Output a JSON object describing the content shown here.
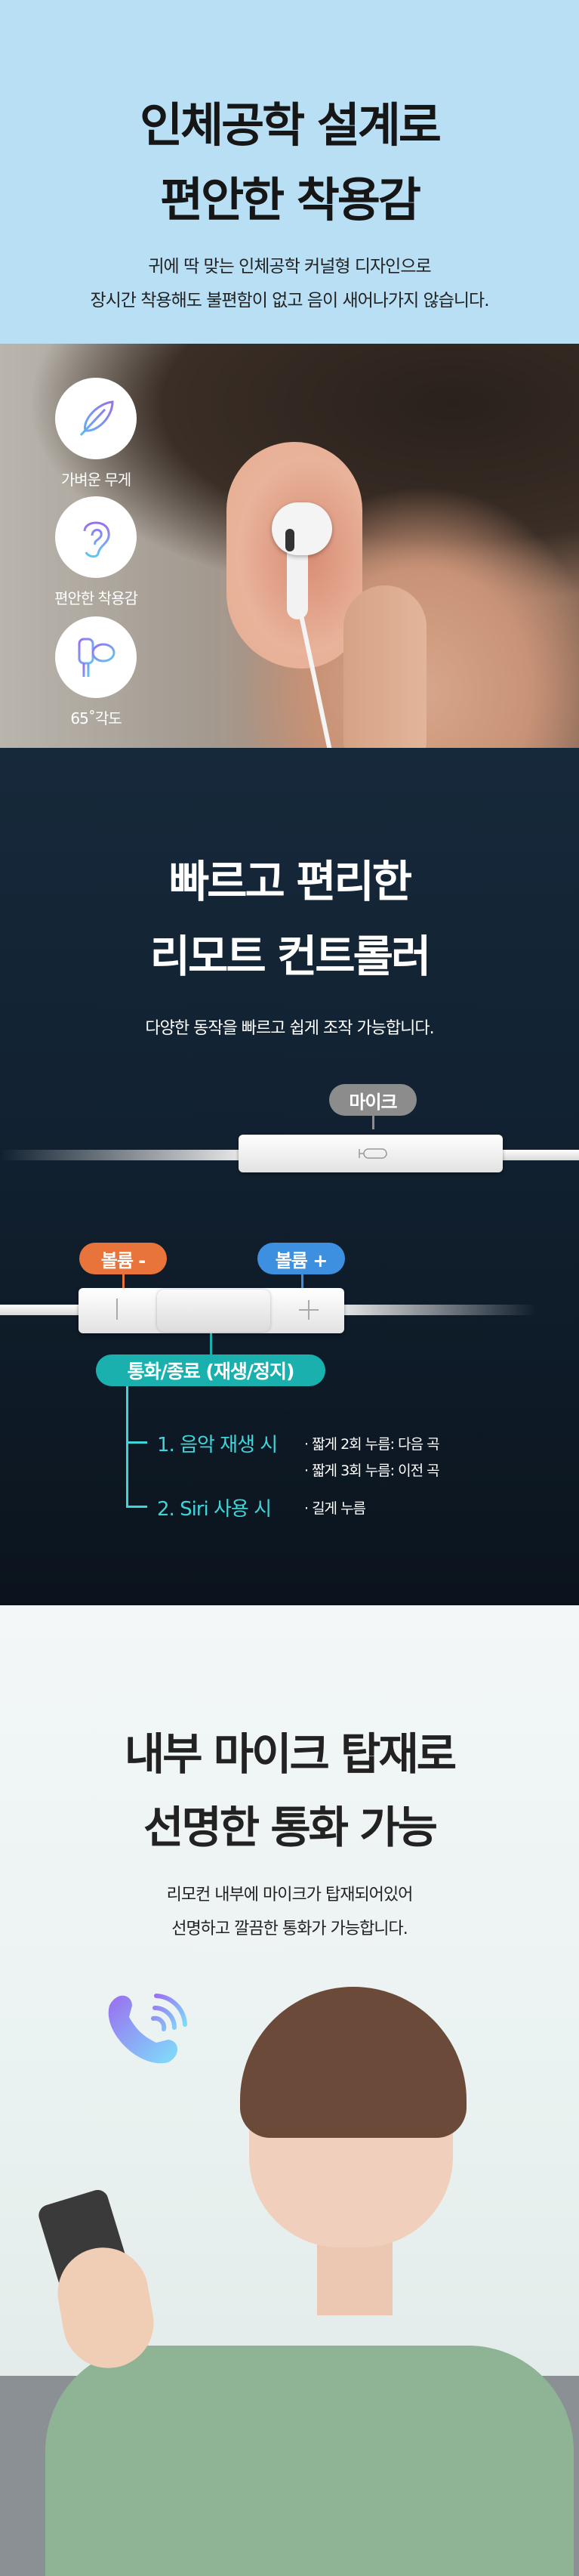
{
  "section1": {
    "title_line1": "인체공학 설계로",
    "title_line2": "편안한 착용감",
    "sub_line1": "귀에 딱 맞는 인체공학 커널형 디자인으로",
    "sub_line2": "장시간 착용해도 불편함이 없고 음이 새어나가지 않습니다.",
    "features": [
      {
        "icon": "feather-icon",
        "label": "가벼운 무게"
      },
      {
        "icon": "ear-icon",
        "label": "편안한 착용감"
      },
      {
        "icon": "earbud-angle-icon",
        "label": "65˚각도"
      }
    ]
  },
  "section2": {
    "title_line1": "빠르고 편리한",
    "title_line2": "리모트 컨트롤러",
    "subtitle": "다양한 동작을 빠르고 쉽게 조작 가능합니다.",
    "mic_label": "마이크",
    "vol_down_label": "볼륨 -",
    "vol_up_label": "볼륨 +",
    "call_label": "통화/종료 (재생/정지)",
    "music_heading": "1. 음악 재생 시",
    "music_item1": "· 짧게 2회 누름: 다음 곡",
    "music_item2": "· 짧게 3회 누름: 이전 곡",
    "siri_heading": "2. Siri 사용 시",
    "siri_item": "· 길게 누름",
    "colors": {
      "vol_down": "#e8743b",
      "vol_up": "#3d8fe0",
      "call": "#19b0ad",
      "mic": "#8c8c8c"
    }
  },
  "section3": {
    "title_line1": "내부 마이크 탑재로",
    "title_line2": "선명한 통화 가능",
    "sub_line1": "리모컨 내부에 마이크가 탑재되어있어",
    "sub_line2": "선명하고 깔끔한 통화가 가능합니다."
  }
}
